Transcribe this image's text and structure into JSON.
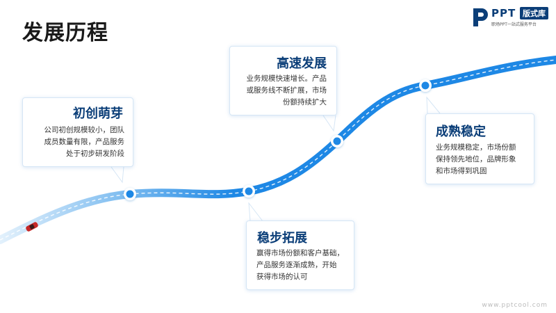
{
  "title": "发展历程",
  "logo": {
    "ppt": "PPT",
    "badge": "版式库",
    "slogan": "职场PPT一站式服务平台"
  },
  "stages": [
    {
      "title": "初创萌芽",
      "lines": [
        "公司初创规模较小，团队",
        "成员数量有限，产品服务",
        "处于初步研发阶段"
      ]
    },
    {
      "title": "稳步拓展",
      "lines": [
        "赢得市场份额和客户基础，",
        "产品服务逐渐成熟，开始",
        "获得市场的认可"
      ]
    },
    {
      "title": "高速发展",
      "lines": [
        "业务规模快速增长。产品",
        "或服务线不断扩展，市场",
        "份额持续扩大"
      ]
    },
    {
      "title": "成熟稳定",
      "lines": [
        "业务规模稳定，市场份额",
        "保持领先地位，品牌形象",
        "和市场得到巩固"
      ]
    }
  ],
  "watermark": "www.pptcool.com",
  "colors": {
    "road": "#1e88e5",
    "road_light": "#cfe6fa",
    "title_blue": "#0b3e78",
    "car": "#d32f2f"
  }
}
